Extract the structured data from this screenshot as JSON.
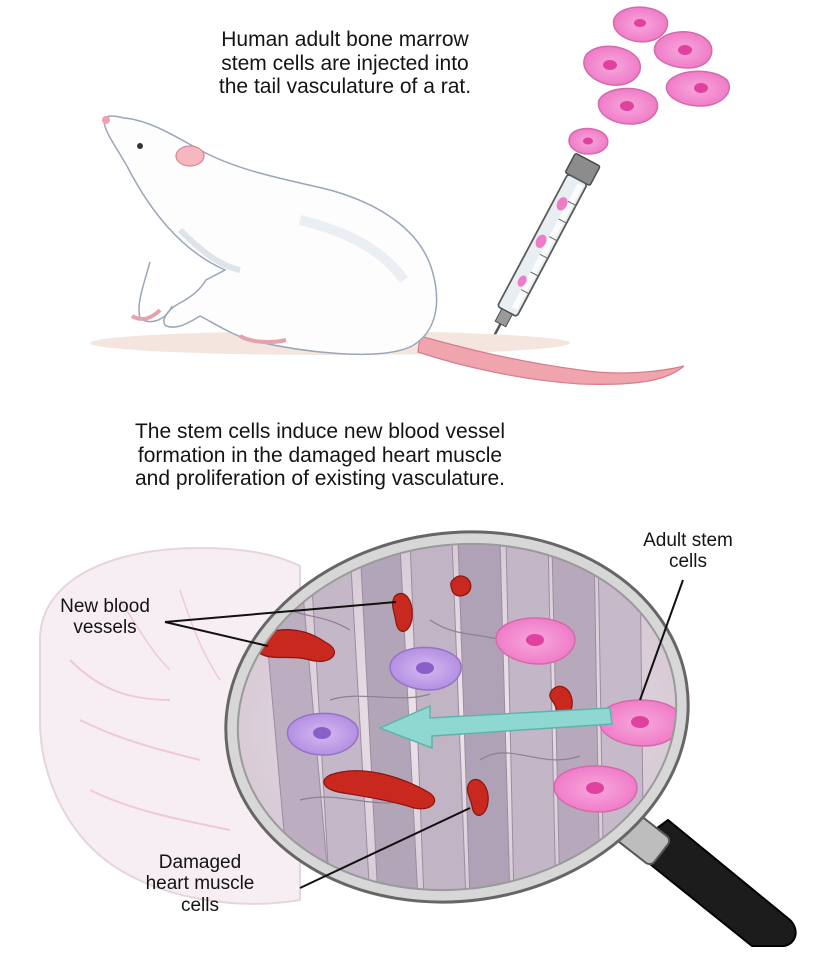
{
  "captions": {
    "injection": [
      "Human adult bone marrow",
      "stem cells are injected into",
      "the tail vasculature of a rat."
    ],
    "effect": [
      "The stem cells induce new blood vessel",
      "formation in the damaged heart muscle",
      "and proliferation of existing vasculature."
    ]
  },
  "labels": {
    "new_vessels": [
      "New blood",
      "vessels"
    ],
    "adult_stem": [
      "Adult stem",
      "cells"
    ],
    "damaged": [
      "Damaged",
      "heart muscle",
      "cells"
    ]
  },
  "colors": {
    "stem_cell": "#f07cc8",
    "stem_cell_nucleus": "#e0409e",
    "vessel": "#c8281e",
    "muscle": "#b7a9bb",
    "arrow": "#8fd8d2",
    "rat_tail": "#f0a4ae"
  }
}
